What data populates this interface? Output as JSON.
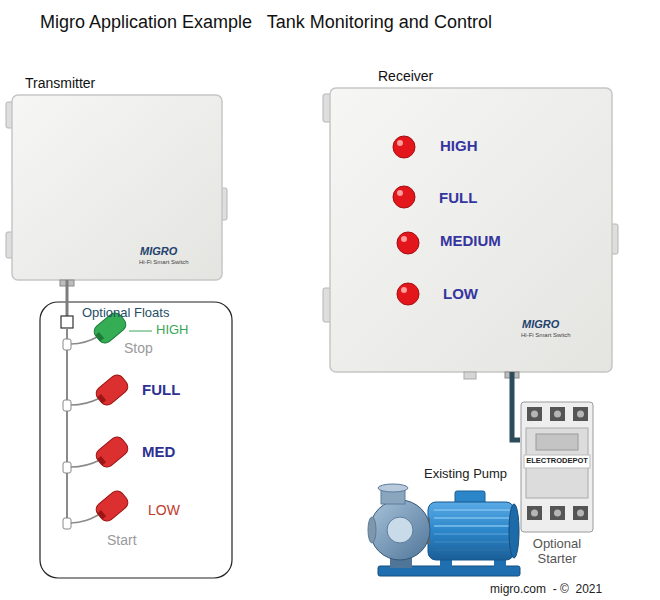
{
  "diagram": {
    "title": "Migro Application Example   Tank Monitoring and Control",
    "nodes": [
      {
        "text": [
          "Transmitter",
          "MIGRO",
          "Hi-Fi Smart Switch"
        ]
      },
      {
        "text": [
          "Optional Floats"
        ]
      },
      {
        "text": [
          "Receiver",
          "MIGRO",
          "Hi-Fi Smart Switch"
        ]
      },
      {
        "text": [
          "Existing Pump"
        ]
      },
      {
        "text": [
          "ELECTRODEPOT",
          "Optional Starter"
        ]
      }
    ],
    "edges": [
      {
        "from": 0,
        "to": 1,
        "arrow": "none"
      },
      {
        "from": 2,
        "to": 4,
        "arrow": "none"
      }
    ],
    "labels": [
      "HIGH",
      "FULL",
      "MEDIUM",
      "LOW",
      "HIGH",
      "Stop",
      "FULL",
      "MED",
      "LOW",
      "Start",
      "migro.com  - ©  2021"
    ]
  }
}
